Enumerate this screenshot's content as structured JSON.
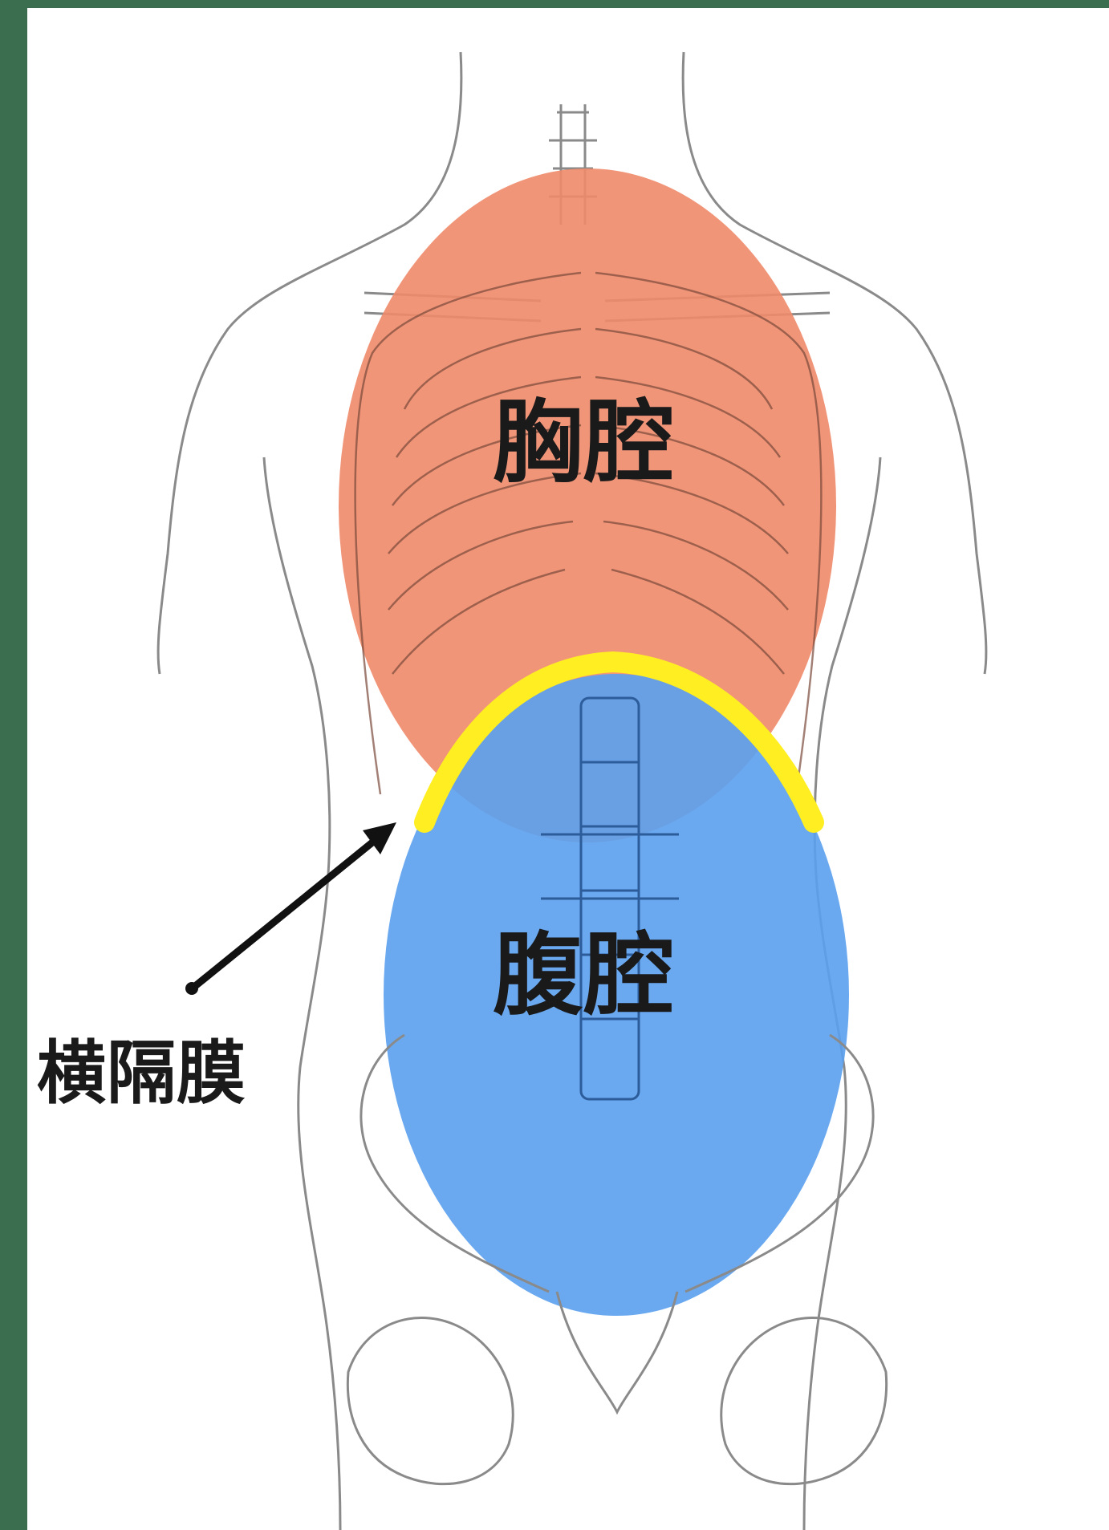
{
  "labels": {
    "thoracic_cavity": "胸腔",
    "abdominal_cavity": "腹腔",
    "diaphragm": "横隔膜"
  },
  "colors": {
    "background_frame": "#3a6e4e",
    "thoracic_fill": "#f08a6a",
    "abdominal_fill": "#5aa0ee",
    "diaphragm_line": "#ffee22",
    "outline": "#666666"
  },
  "icons": [
    "arrow-pointer-icon"
  ]
}
